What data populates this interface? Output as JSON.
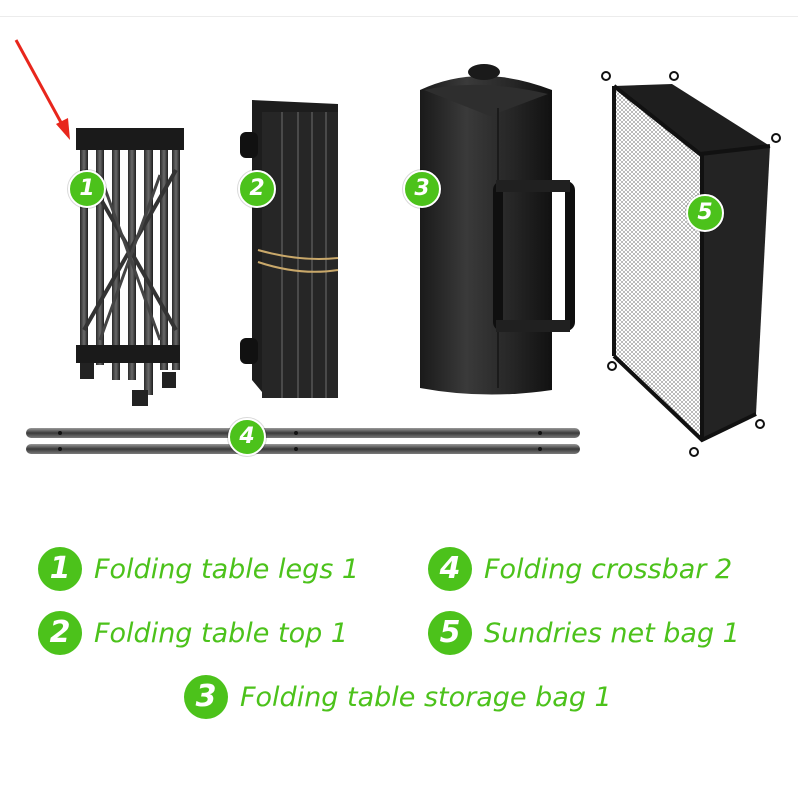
{
  "accent_color": "#4cc21b",
  "arrow_color": "#e8261c",
  "photo_badges": [
    {
      "number": "1"
    },
    {
      "number": "2"
    },
    {
      "number": "3"
    },
    {
      "number": "4"
    },
    {
      "number": "5"
    }
  ],
  "legend": [
    {
      "number": "1",
      "label": "Folding table legs 1"
    },
    {
      "number": "4",
      "label": "Folding crossbar 2"
    },
    {
      "number": "2",
      "label": "Folding table top 1"
    },
    {
      "number": "5",
      "label": "Sundries net bag 1"
    },
    {
      "number": "3",
      "label": "Folding table storage bag 1"
    }
  ]
}
